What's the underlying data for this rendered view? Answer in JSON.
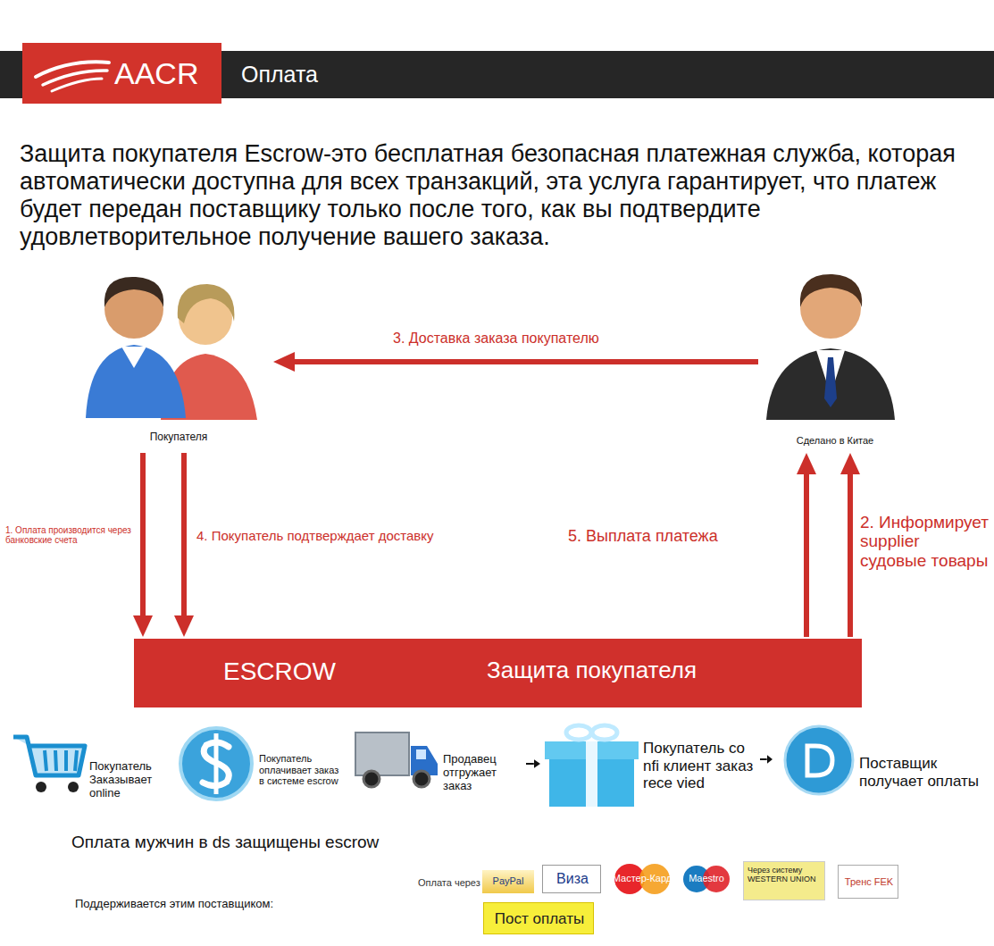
{
  "diagram": {
    "title": "Оплата",
    "nodes": [
      {
        "text": [
          "Покупателя"
        ]
      },
      {
        "text": [
          "Сделано в Китае"
        ]
      },
      {
        "text": [
          "ESCROW",
          "Защита покупателя"
        ]
      },
      {
        "text": [
          "Покупатель Заказывает online"
        ]
      },
      {
        "text": [
          "Покупатель оплачивает заказ в системе escrow"
        ]
      },
      {
        "text": [
          "Продавец отгружает заказ"
        ]
      },
      {
        "text": [
          "Покупатель сo nfi клиент заказ rece vied"
        ]
      },
      {
        "text": [
          "Поставщик получает оплаты"
        ]
      },
      {
        "text": [
          "PayPal"
        ]
      },
      {
        "text": [
          "Виза"
        ]
      },
      {
        "text": [
          "Мастер-Кард"
        ]
      },
      {
        "text": [
          "Maestro"
        ]
      },
      {
        "text": [
          "Через систему WESTERN UNION"
        ]
      },
      {
        "text": [
          "Тренс FEK"
        ]
      },
      {
        "text": [
          "Пост оплаты"
        ]
      }
    ],
    "edges": [
      {
        "from": 0,
        "to": 2,
        "label": "1. Оплата производится через банковские счета",
        "arrow": "to"
      },
      {
        "from": 0,
        "to": 2,
        "label": "4. Покупатель подтверждает доставку",
        "arrow": "to"
      },
      {
        "from": 1,
        "to": 0,
        "label": "3. Доставка заказа покупателю",
        "arrow": "to"
      },
      {
        "from": 2,
        "to": 1,
        "label": "5. Выплата платежа",
        "arrow": "to"
      },
      {
        "from": 2,
        "to": 1,
        "label": "2. Информирует supplier судовые товары",
        "arrow": "to"
      },
      {
        "from": 5,
        "to": 6,
        "arrow": "to"
      },
      {
        "from": 6,
        "to": 7,
        "arrow": "to"
      }
    ],
    "labels": [
      "AACR",
      "Защита покупателя Escrow-это бесплатная безопасная платежная служба, которая автоматически доступна для всех транзакций, эта услуга гарантирует, что платеж будет передан поставщику только после того, как вы подтвердите удовлетворительное получение вашего заказа.",
      "Оплата мужчин в ds защищены escrow",
      "Поддерживается этим поставщиком:",
      "Оплата через"
    ]
  }
}
